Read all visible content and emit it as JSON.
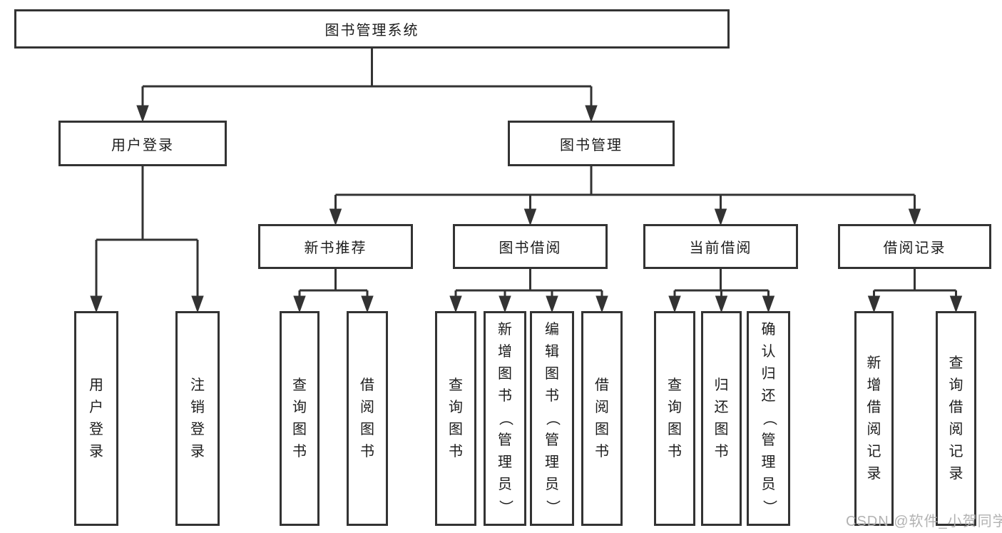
{
  "diagram": {
    "root": {
      "label": "图书管理系统"
    },
    "branches": [
      {
        "label": "用户登录"
      },
      {
        "label": "图书管理"
      }
    ],
    "modules": [
      {
        "label": "新书推荐"
      },
      {
        "label": "图书借阅"
      },
      {
        "label": "当前借阅"
      },
      {
        "label": "借阅记录"
      }
    ],
    "leaves": [
      {
        "label": "用户登录"
      },
      {
        "label": "注销登录"
      },
      {
        "label": "查询图书"
      },
      {
        "label": "借阅图书"
      },
      {
        "label": "查询图书"
      },
      {
        "label": "新增图书（管理员）"
      },
      {
        "label": "编辑图书（管理员）"
      },
      {
        "label": "借阅图书"
      },
      {
        "label": "查询图书"
      },
      {
        "label": "归还图书"
      },
      {
        "label": "确认归还（管理员）"
      },
      {
        "label": "新增借阅记录"
      },
      {
        "label": "查询借阅记录"
      }
    ]
  },
  "watermark": "CSDN @软件_小贺同学",
  "colors": {
    "line": "#333333",
    "text": "#1c1c1c",
    "watermark": "#aeaeae"
  }
}
